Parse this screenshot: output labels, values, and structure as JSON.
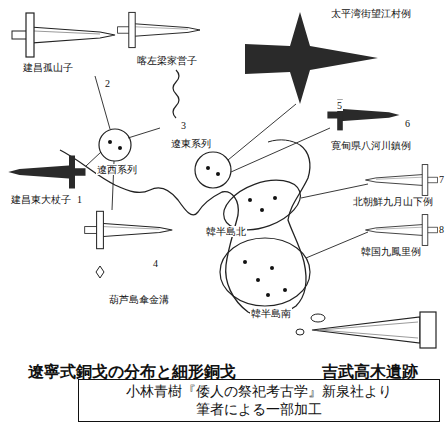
{
  "diagram": {
    "caption": "遼寧式銅戈の分布と細形銅戈",
    "nodes": [
      {
        "text": [
          "小林青樹『倭人の祭祀考古学』新泉社より 筆者による一部加工"
        ]
      }
    ],
    "labels": [
      "建昌孤山子",
      "2",
      "喀左梁家営子",
      "3",
      "太平湾街望江村例",
      "5",
      "遼東系列",
      "遼西系列",
      "寛甸県八河川鎮例",
      "6",
      "1",
      "建昌東大杖子",
      "北朝鮮九月山下例",
      "7",
      "4",
      "韓半島北",
      "8",
      "韓国九鳳里例",
      "葫芦島傘金溝",
      "韓半島南",
      "吉武高木遺跡"
    ]
  }
}
